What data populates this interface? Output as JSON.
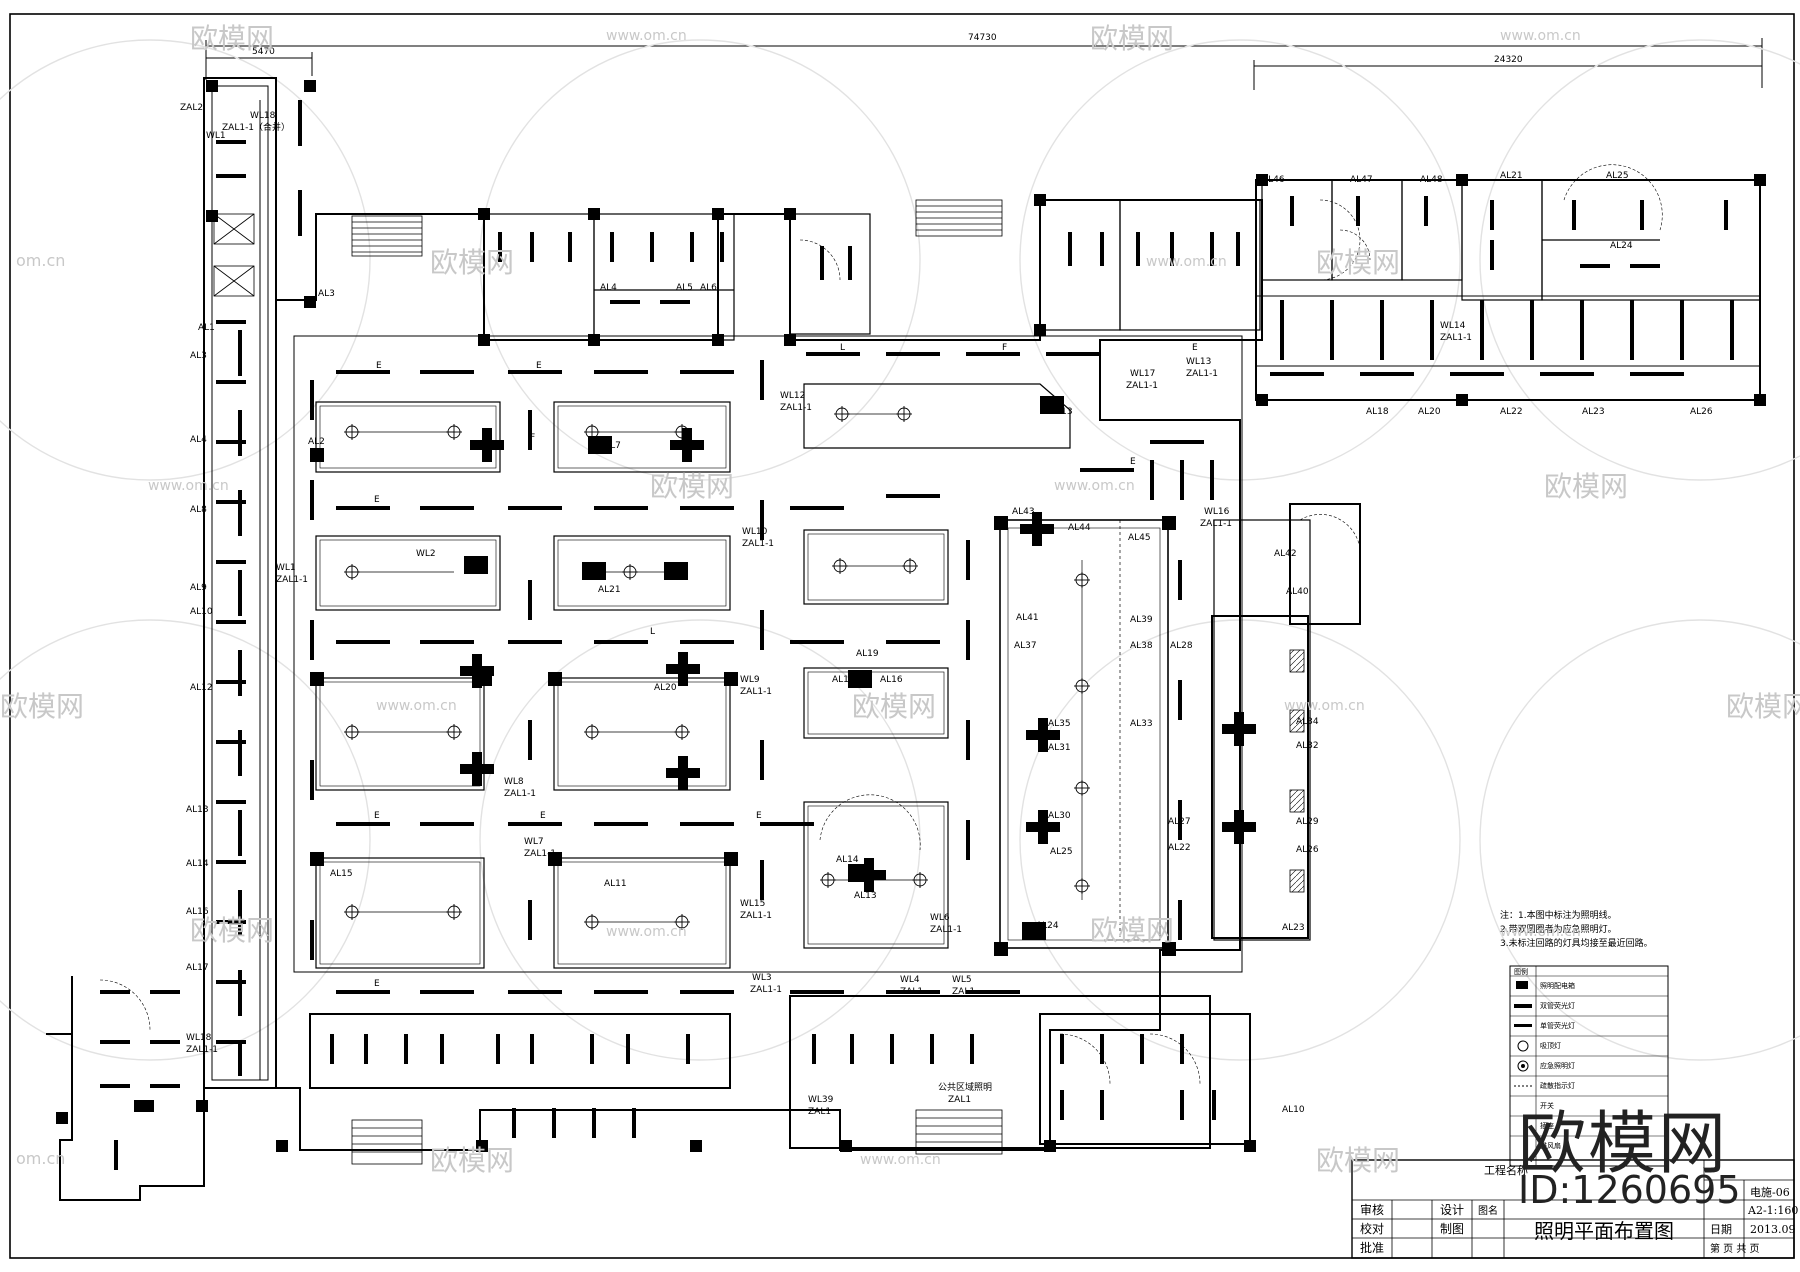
{
  "dimensions": {
    "overall": "74730",
    "left_span": "5470",
    "right_span": "24320"
  },
  "watermark": {
    "brand": "欧模网",
    "url": "www.om.cn",
    "url_left": "om.cn",
    "id_text": "ID:1260695"
  },
  "title_block": {
    "project_label": "工程名称",
    "shenhe": "审核",
    "jiaodui": "校对",
    "pizhun": "批准",
    "sheji": "设计",
    "zhitu": "制图",
    "tuming": "图名",
    "drawing_title": "照明平面布置图",
    "tuhao_value": "电施-06",
    "bili_value": "A2-1:160",
    "riqi_label": "日期",
    "riqi_value": "2013.09",
    "page_label": "第  页 共  页"
  },
  "notes": {
    "line1": "注：1.本图中标注为照明线。",
    "line2": "2.带双圆圈者为应急照明灯。",
    "line3": "3.未标注回路的灯具均接至最近回路。"
  },
  "legend": {
    "header": "图例",
    "items": [
      "照明配电箱",
      "双管荧光灯",
      "单管荧光灯",
      "吸顶灯",
      "应急照明灯",
      "疏散指示灯",
      "开关",
      "插座",
      "排风扇"
    ]
  },
  "circuit_labels": [
    "ZAL2",
    "WL18",
    "ZAL1-1（合并）",
    "WL1",
    "AL1",
    "AL3",
    "AL4",
    "AL8",
    "AL9",
    "AL10",
    "AL12",
    "AL13",
    "AL14",
    "AL16",
    "AL17",
    "WL18",
    "ZAL1-1",
    "WL1",
    "ZAL1-1",
    "WL2",
    "AL2",
    "AL3",
    "AL4",
    "AL5",
    "AL6",
    "AL7",
    "WL10",
    "ZAL1-1",
    "AL21",
    "AL20",
    "WL9",
    "ZAL1-1",
    "WL8",
    "ZAL1-1",
    "WL7",
    "ZAL1-1",
    "AL15",
    "AL11",
    "WL15",
    "ZAL1-1",
    "AL14",
    "AL13",
    "WL6",
    "ZAL1-1",
    "WL12",
    "ZAL1-1",
    "AL19",
    "AL18",
    "AL16",
    "AL13",
    "WL17",
    "ZAL1-1",
    "WL13",
    "ZAL1-1",
    "WL16",
    "ZAL1-1",
    "AL43",
    "AL44",
    "AL45",
    "AL41",
    "AL37",
    "AL35",
    "AL31",
    "AL30",
    "AL25",
    "AL24",
    "AL39",
    "AL38",
    "AL33",
    "AL28",
    "AL27",
    "AL22",
    "AL42",
    "AL40",
    "AL34",
    "AL32",
    "AL29",
    "AL26",
    "AL23",
    "AL46",
    "AL47",
    "AL48",
    "AL21",
    "AL25",
    "AL24",
    "AL18",
    "AL20",
    "AL22",
    "AL23",
    "AL26",
    "WL14",
    "ZAL1-1",
    "WL3",
    "ZAL1-1",
    "WL4",
    "ZAL1",
    "WL5",
    "ZAL1",
    "WL39",
    "ZAL1",
    "AL10",
    "公共区域照明",
    "ZAL1"
  ],
  "corridor_marks": [
    "E",
    "F",
    "E",
    "L",
    "E",
    "E",
    "E",
    "E",
    "E",
    "E",
    "L",
    "F",
    "E"
  ]
}
